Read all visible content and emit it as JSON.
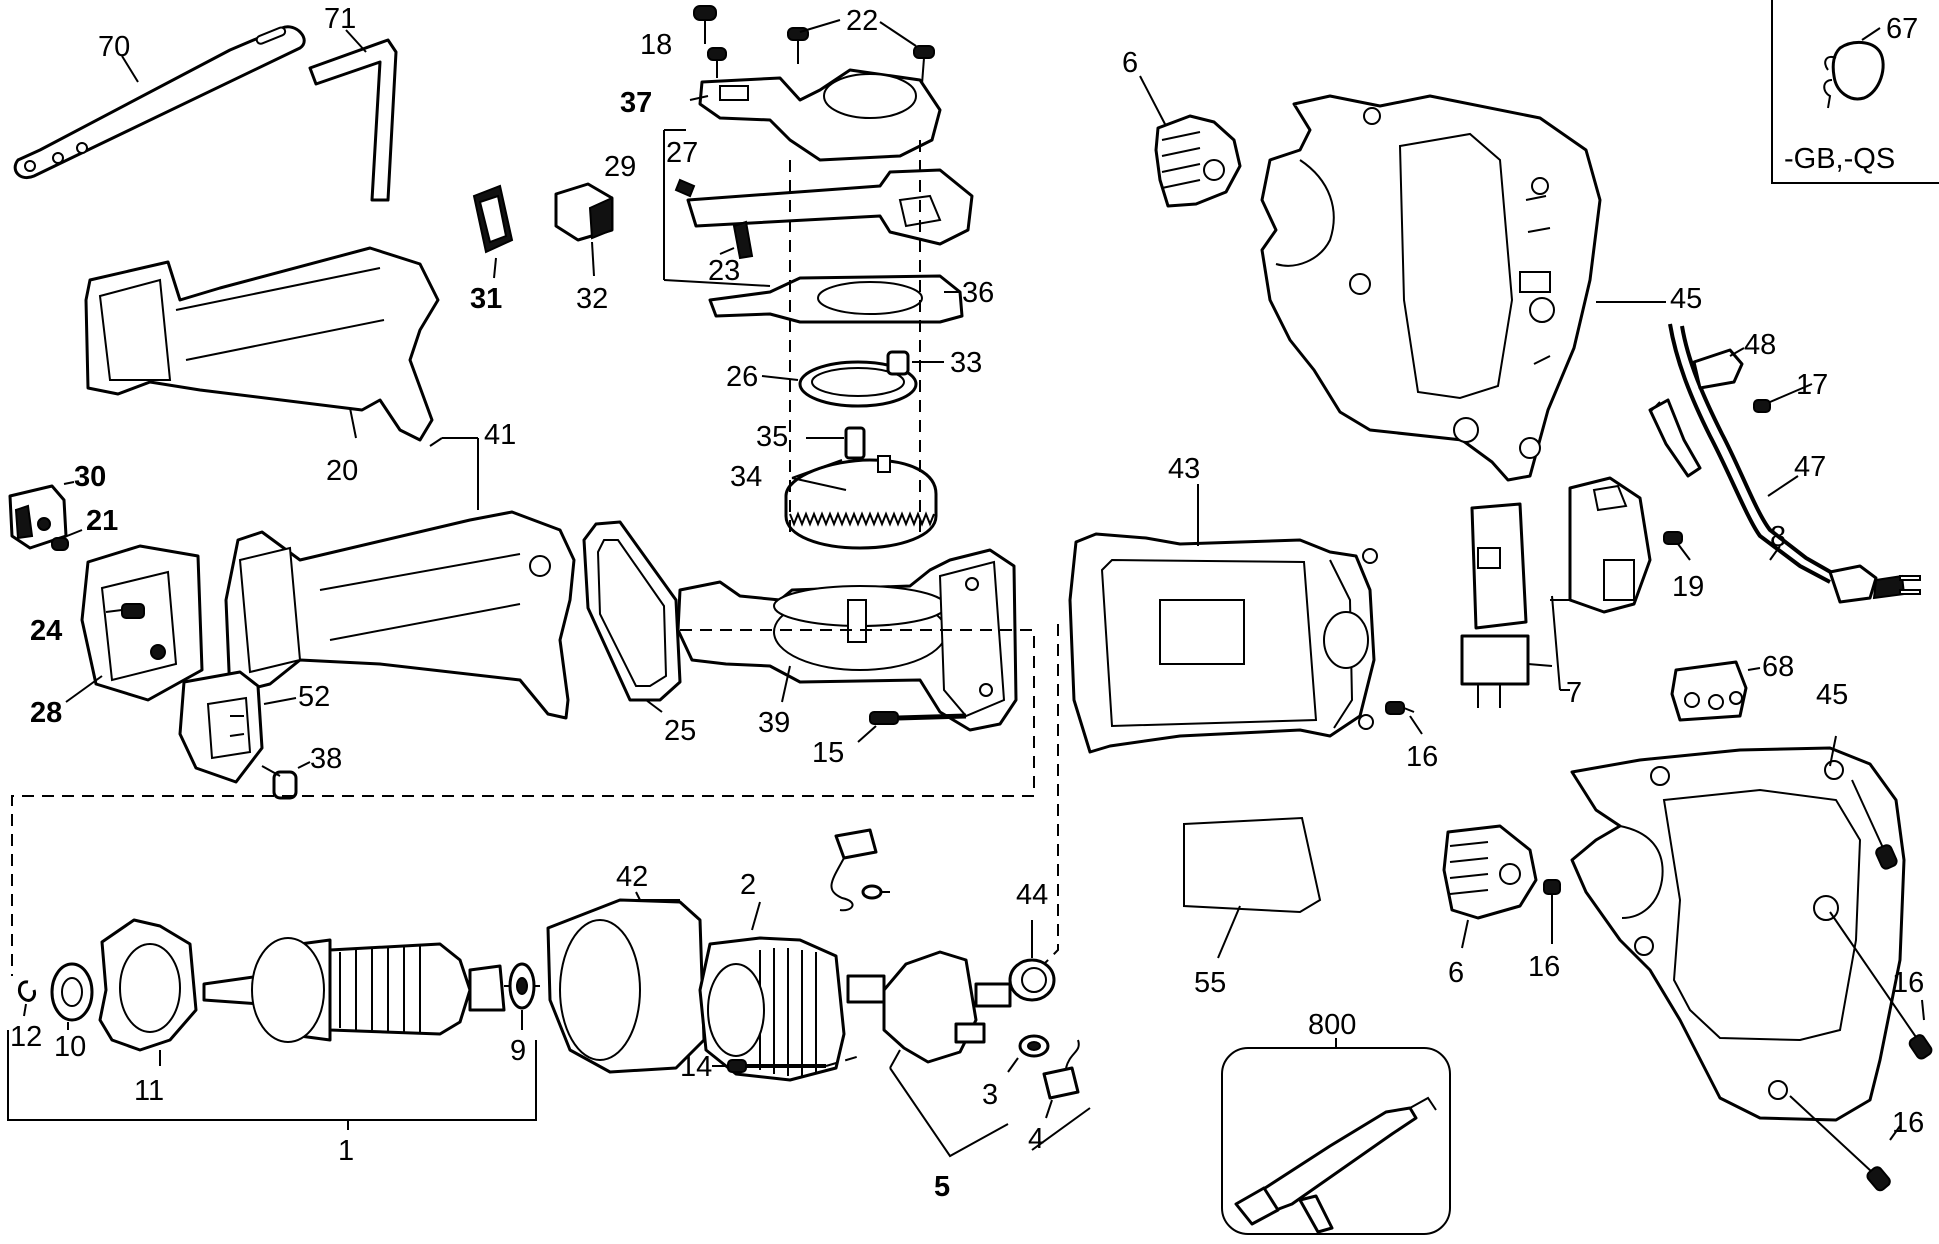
{
  "diagram": {
    "part_numbers": [
      "70",
      "71",
      "18",
      "22",
      "37",
      "29",
      "27",
      "23",
      "31",
      "32",
      "36",
      "26",
      "33",
      "35",
      "34",
      "20",
      "41",
      "30",
      "21",
      "24",
      "28",
      "52",
      "38",
      "25",
      "39",
      "15",
      "43",
      "16",
      "6",
      "45",
      "48",
      "17",
      "47",
      "8",
      "19",
      "7",
      "68",
      "55",
      "12",
      "10",
      "11",
      "9",
      "42",
      "2",
      "14",
      "44",
      "3",
      "4",
      "5",
      "1",
      "800",
      "67"
    ],
    "callouts": {
      "p70": "70",
      "p71": "71",
      "p18": "18",
      "p22": "22",
      "p37": "37",
      "p29": "29",
      "p27": "27",
      "p23": "23",
      "p31": "31",
      "p32": "32",
      "p36": "36",
      "p26": "26",
      "p33": "33",
      "p35": "35",
      "p34": "34",
      "p20": "20",
      "p41": "41",
      "p30": "30",
      "p21": "21",
      "p24": "24",
      "p28": "28",
      "p52": "52",
      "p38": "38",
      "p25": "25",
      "p39": "39",
      "p15": "15",
      "p43": "43",
      "p16a": "16",
      "p16b": "16",
      "p16c": "16",
      "p16d": "16",
      "p6a": "6",
      "p6b": "6",
      "p45a": "45",
      "p45b": "45",
      "p48": "48",
      "p17": "17",
      "p47": "47",
      "p8": "8",
      "p19": "19",
      "p7": "7",
      "p68": "68",
      "p55": "55",
      "p12": "12",
      "p10": "10",
      "p11": "11",
      "p9": "9",
      "p42": "42",
      "p2": "2",
      "p14": "14",
      "p44": "44",
      "p3": "3",
      "p4": "4",
      "p5": "5",
      "p1": "1",
      "p800": "800",
      "p67": "67"
    },
    "inset_note": "-GB,-QS"
  }
}
